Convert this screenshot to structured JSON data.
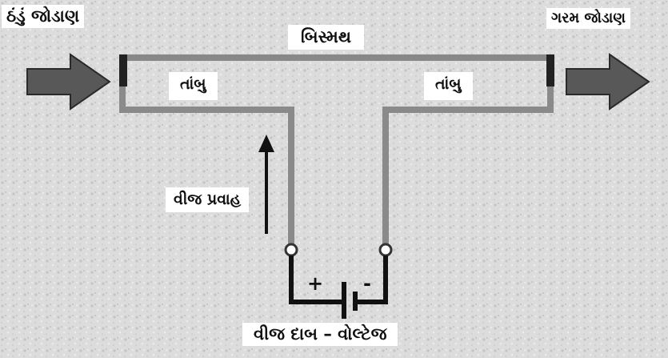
{
  "labels": {
    "cold_junction": "ઠંડું જોડાણ",
    "hot_junction": "ગરમ જોડાણ",
    "bismuth": "બિસ્મથ",
    "copper_left": "તાંબુ",
    "copper_right": "તાંબુ",
    "current_flow": "વીજ પ્રવાહ",
    "voltage": "વીજ દાબ – વોલ્ટેજ",
    "plus": "+",
    "minus": "-"
  },
  "colors": {
    "background": "#dedede",
    "wire": "#8a8a8a",
    "wire_dark": "#333333",
    "battery": "#111111",
    "arrow": "#555555"
  }
}
